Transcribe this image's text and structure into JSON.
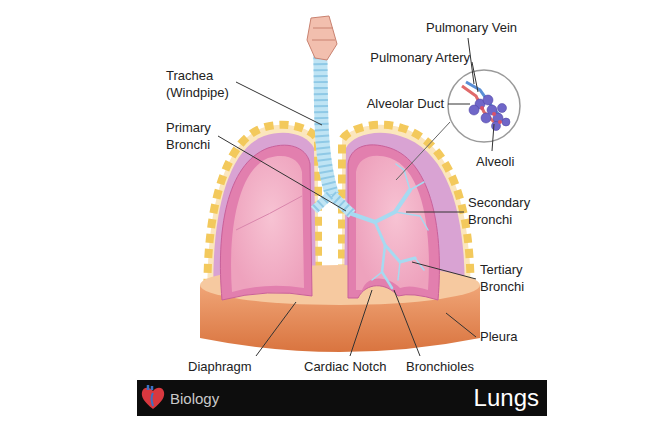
{
  "diagram": {
    "nodes": [
      {
        "text": [
          "Biology",
          "Lungs"
        ]
      }
    ],
    "labels": [
      "Trachea (Windpipe)",
      "Primary Bronchi",
      "Pulmonary Vein",
      "Pulmonary Artery",
      "Alveolar Duct",
      "Alveoli",
      "Secondary Bronchi",
      "Tertiary Bronchi",
      "Pleura",
      "Diaphragm",
      "Cardiac Notch",
      "Bronchioles"
    ]
  }
}
